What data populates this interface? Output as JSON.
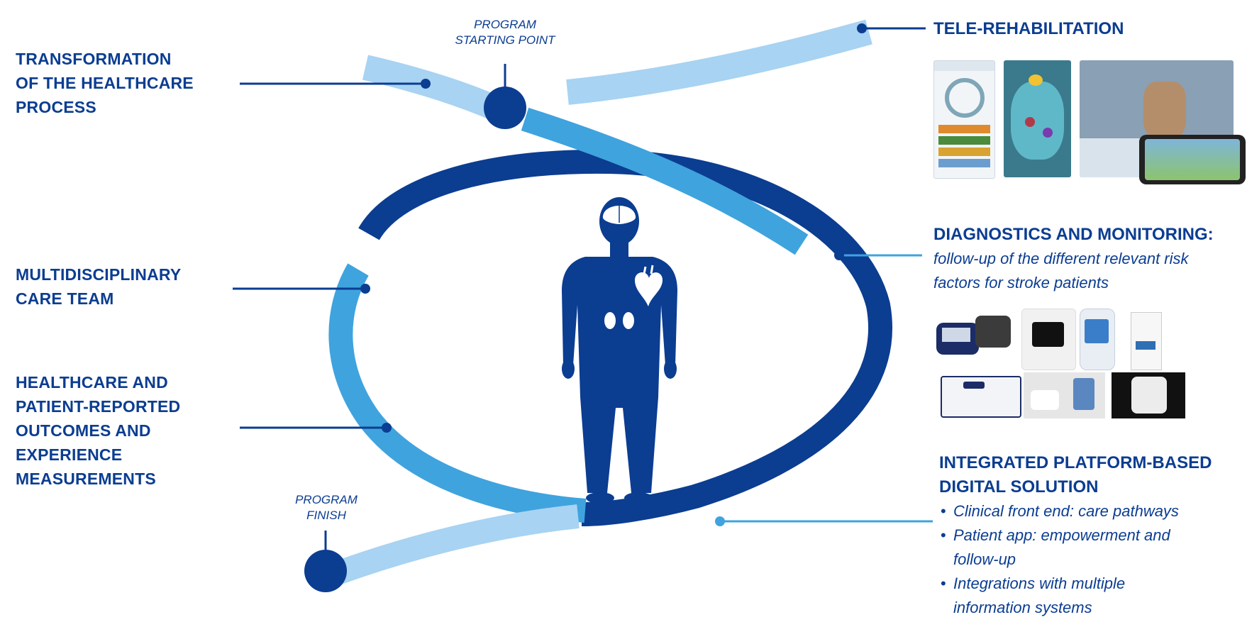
{
  "labels": {
    "transformation": [
      "TRANSFORMATION",
      "OF THE HEALTHCARE",
      "PROCESS"
    ],
    "multidisciplinary": [
      "MULTIDISCIPLINARY",
      "CARE TEAM"
    ],
    "outcomes": [
      "HEALTHCARE AND",
      "PATIENT-REPORTED",
      "OUTCOMES AND",
      "EXPERIENCE",
      "MEASUREMENTS"
    ]
  },
  "markers": {
    "start": [
      "PROGRAM",
      "STARTING POINT"
    ],
    "finish": [
      "PROGRAM",
      "FINISH"
    ]
  },
  "right": {
    "tele": {
      "title": "TELE-REHABILITATION"
    },
    "diagnostics": {
      "title": "DIAGNOSTICS AND MONITORING:",
      "desc": [
        "follow-up of the different relevant risk",
        "factors for stroke patients"
      ]
    },
    "platform": {
      "title": [
        "INTEGRATED PLATFORM-BASED",
        "DIGITAL SOLUTION"
      ],
      "bullets": [
        "Clinical front end: care pathways",
        "Patient app: empowerment and",
        "follow-up",
        "Integrations with multiple",
        "information systems"
      ]
    }
  },
  "colors": {
    "dark": "#0b3d91",
    "mid": "#3fa3de",
    "light": "#a8d3f2"
  },
  "icons": [
    "human-body-icon",
    "heart-icon",
    "kidneys-icon",
    "brain-icon"
  ]
}
